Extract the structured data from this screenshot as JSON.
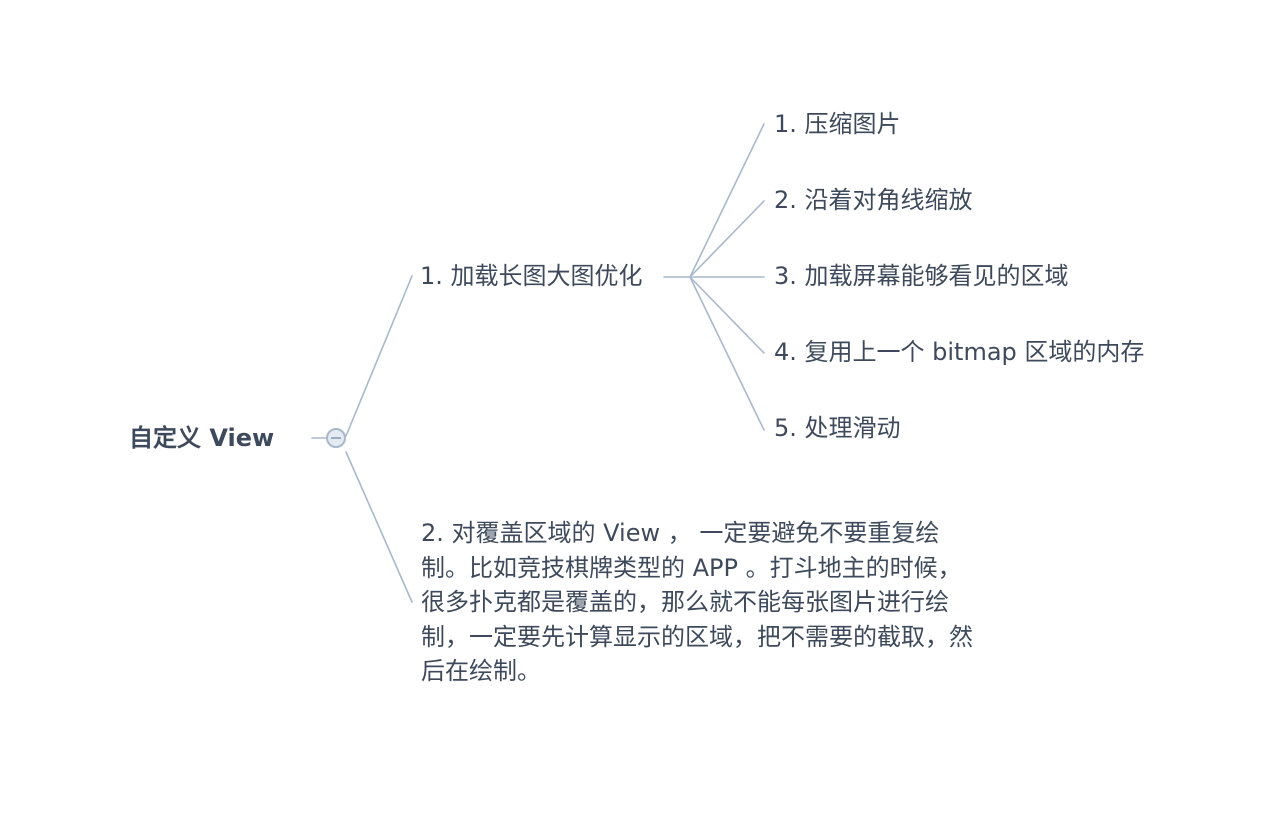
{
  "mindmap": {
    "root": {
      "label": "自定义 View"
    },
    "branches": [
      {
        "label": "1. 加载长图大图优化",
        "children": [
          {
            "label": "1. 压缩图片"
          },
          {
            "label": "2.  沿着对角线缩放"
          },
          {
            "label": "3.  加载屏幕能够看见的区域"
          },
          {
            "label": "4. 复用上一个 bitmap 区域的内存"
          },
          {
            "label": "5. 处理滑动"
          }
        ]
      },
      {
        "label": "2. 对覆盖区域的 View ， 一定要避免不要重复绘制。比如竞技棋牌类型的 APP 。打斗地主的时候，很多扑克都是覆盖的，那么就不能每张图片进行绘制，一定要先计算显示的区域，把不需要的截取，然后在绘制。"
      }
    ],
    "line_color": "#a9b8cc",
    "text_color": "#3e4a5c"
  }
}
